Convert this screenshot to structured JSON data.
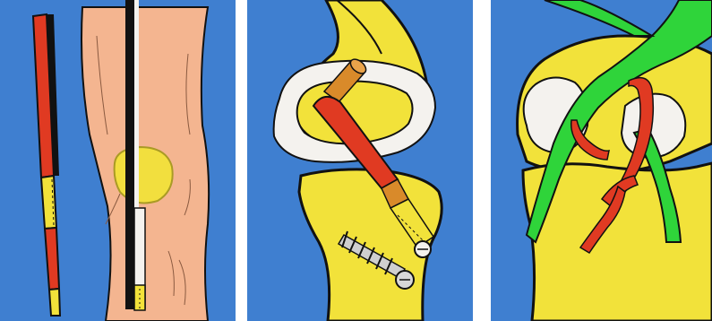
{
  "colors": {
    "background": "#3f7fd0",
    "graft_red": "#e03a22",
    "bone_yellow": "#f2e23a",
    "ligament_green": "#2fd43a",
    "skin": "#f4b590",
    "cartilage": "#f4f2ee",
    "hardware_orange": "#d98a2a",
    "outline": "#111111"
  },
  "panels": [
    {
      "name": "graft-preparation-anterior-view",
      "icons": [
        "graft-strip",
        "knee-leg",
        "patella",
        "tunnel-guide"
      ]
    },
    {
      "name": "lateral-knee-graft-fixation",
      "icons": [
        "femur",
        "tibia",
        "cartilage-cap",
        "graft",
        "interference-screw",
        "button-fixation"
      ]
    },
    {
      "name": "intra-articular-ligament-view",
      "icons": [
        "femur",
        "tibia",
        "green-ligament",
        "red-graft-limbs"
      ]
    }
  ]
}
